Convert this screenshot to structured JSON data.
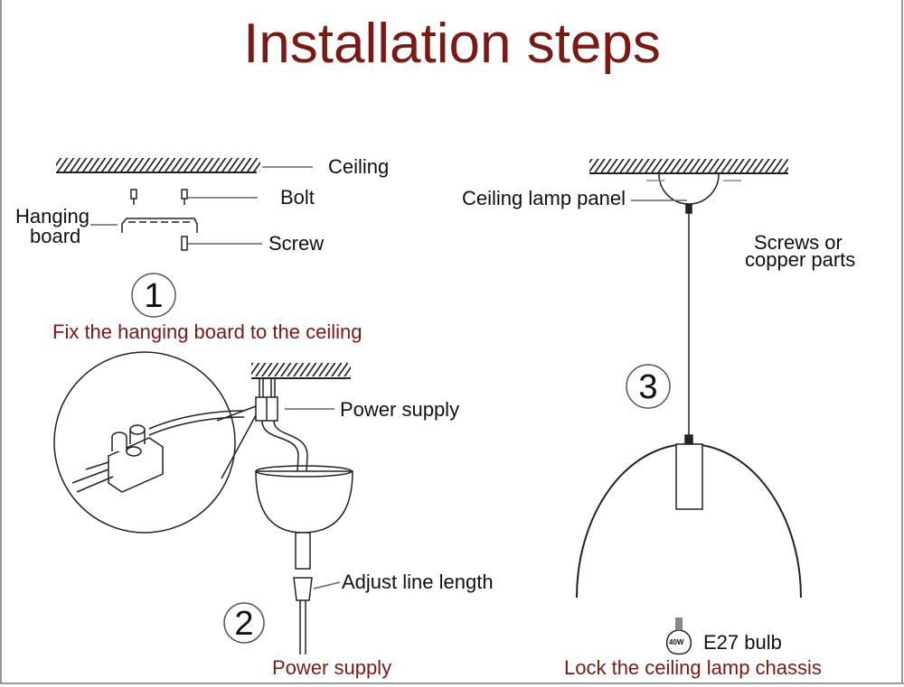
{
  "title": "Installation steps",
  "step1": {
    "number": "1",
    "caption": "Fix the hanging board to the ceiling",
    "labels": {
      "ceiling": "Ceiling",
      "bolt": "Bolt",
      "hanging_line1": "Hanging",
      "hanging_line2": "board",
      "screw": "Screw"
    }
  },
  "step2": {
    "number": "2",
    "caption": "Power supply",
    "labels": {
      "power_supply": "Power supply",
      "adjust": "Adjust line length"
    }
  },
  "step3": {
    "number": "3",
    "caption": "Lock the ceiling lamp chassis",
    "labels": {
      "panel": "Ceiling lamp panel",
      "screws_line1": "Screws or",
      "screws_line2": "copper parts",
      "bulb": "E27 bulb",
      "bulb_watt": "40W"
    }
  },
  "colors": {
    "accent": "#7a1a14",
    "line": "#222222"
  }
}
